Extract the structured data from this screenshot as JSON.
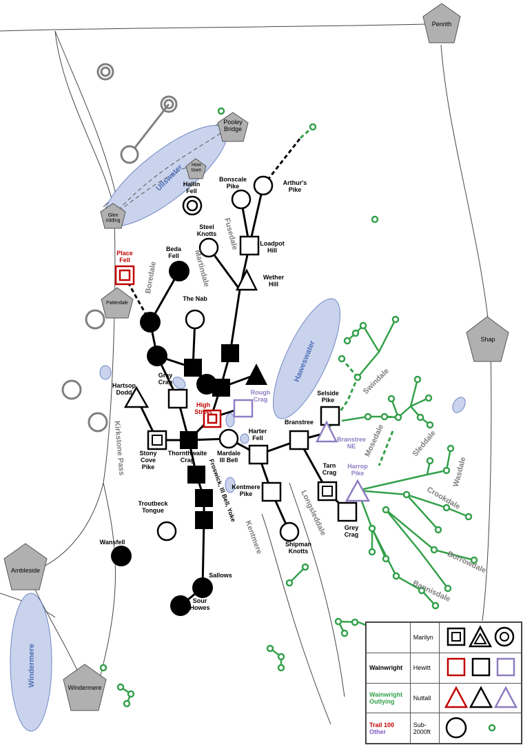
{
  "towns": {
    "penrith": "Penrith",
    "pooley_bridge": "Pooley\nBridge",
    "howtown": "How\ntown",
    "glenridding": "Glen\nridding",
    "patterdale": "Patterdale",
    "shap": "Shap",
    "ambleside": "Ambleside",
    "windermere_town": "Windermere"
  },
  "lakes": {
    "ullswater": "Ullswater",
    "haweswater": "Haweswater",
    "windermere": "Windermere"
  },
  "valleys": {
    "boredale": "Boredale",
    "martindale": "Martindale",
    "fusedale": "Fusedale",
    "kirkstone": "Kirkstone Pass",
    "kentmere": "Kentmere",
    "longsleddale": "Longsleddale",
    "swindale": "Swindale",
    "mosedale": "Mosedale",
    "sleddale": "Sleddale",
    "wasdale": "Wasdale",
    "crookdale": "Crookdale",
    "borrowdale": "Borrowdale",
    "bannisdale": "Bannisdale"
  },
  "ridge_label": "Froswick, Ill Bell, Yoke",
  "peaks": {
    "hallin_fell": "Hallin\nFell",
    "bonscale_pike": "Bonscale\nPike",
    "arthurs_pike": "Arthur's\nPike",
    "steel_knotts": "Steel\nKnotts",
    "loadpot_hill": "Loadpot\nHill",
    "beda_fell": "Beda\nFell",
    "place_fell": "Place\nFell",
    "wether_hill": "Wether\nHill",
    "the_nab": "The Nab",
    "gray_crag": "Gray\nCrag",
    "hartsop_dodd": "Hartsop\nDodd",
    "high_street": "High\nStreet",
    "rough_crag": "Rough\nCrag",
    "selside_pike": "Selside\nPike",
    "branstree": "Branstree",
    "branstree_ne": "Branstree\nNE",
    "harter_fell": "Harter\nFell",
    "mardale_ill_bell": "Mardale\nIll Bell",
    "stony_cove_pike": "Stony\nCove\nPike",
    "thornthwaite_crag": "Thornthwaite\nCrag",
    "harrop_pike": "Harrop\nPike",
    "tarn_crag": "Tarn\nCrag",
    "kentmere_pike": "Kentmere\nPike",
    "grey_crag": "Grey\nCrag",
    "troutbeck_tongue": "Troutbeck\nTongue",
    "shipman_knotts": "Shipman\nKnotts",
    "wansfell": "Wansfell",
    "sallows": "Sallows",
    "sour_howes": "Sour\nHowes"
  },
  "legend": {
    "rows": [
      {
        "group": "",
        "label": "Marilyn"
      },
      {
        "group": "Wainwright",
        "label": "Hewitt"
      },
      {
        "group": "Wainwright\nOutlying",
        "label": "Nuttall"
      },
      {
        "group_red": "Trail 100",
        "group_purple": "Other",
        "label": "Sub-2000ft"
      }
    ]
  },
  "colors": {
    "black": "#000000",
    "red": "#c00000",
    "purple": "#8e7cc3",
    "green": "#33a04a",
    "gray": "#7f7f7f",
    "lake": "#c9d3ec",
    "town": "#b0b0b0"
  }
}
